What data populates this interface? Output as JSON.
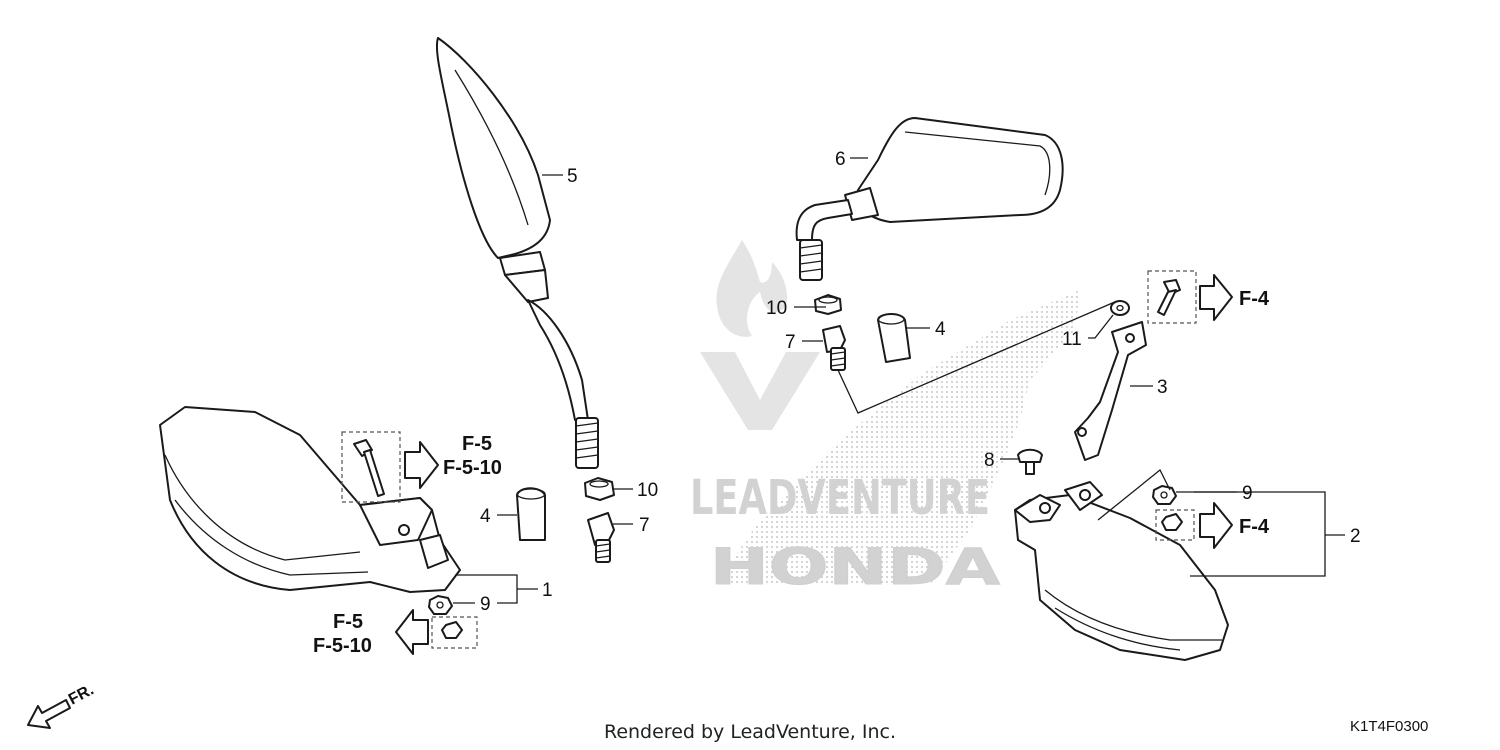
{
  "diagram": {
    "callouts": {
      "c1": "1",
      "c2": "2",
      "c3": "3",
      "c4a": "4",
      "c4b": "4",
      "c5": "5",
      "c6": "6",
      "c7a": "7",
      "c7b": "7",
      "c8": "8",
      "c9a": "9",
      "c9b": "9",
      "c10a": "10",
      "c10b": "10",
      "c11": "11"
    },
    "refs": {
      "left_top_1": "F-5",
      "left_top_2": "F-5-10",
      "left_bottom_1": "F-5",
      "left_bottom_2": "F-5-10",
      "right_top": "F-4",
      "right_bottom": "F-4"
    },
    "front_label": "FR.",
    "watermark": {
      "brand": "LEADVENTURE",
      "maker": "HONDA"
    }
  },
  "footer": {
    "credit": "Rendered by LeadVenture, Inc.",
    "code": "K1T4F0300"
  }
}
